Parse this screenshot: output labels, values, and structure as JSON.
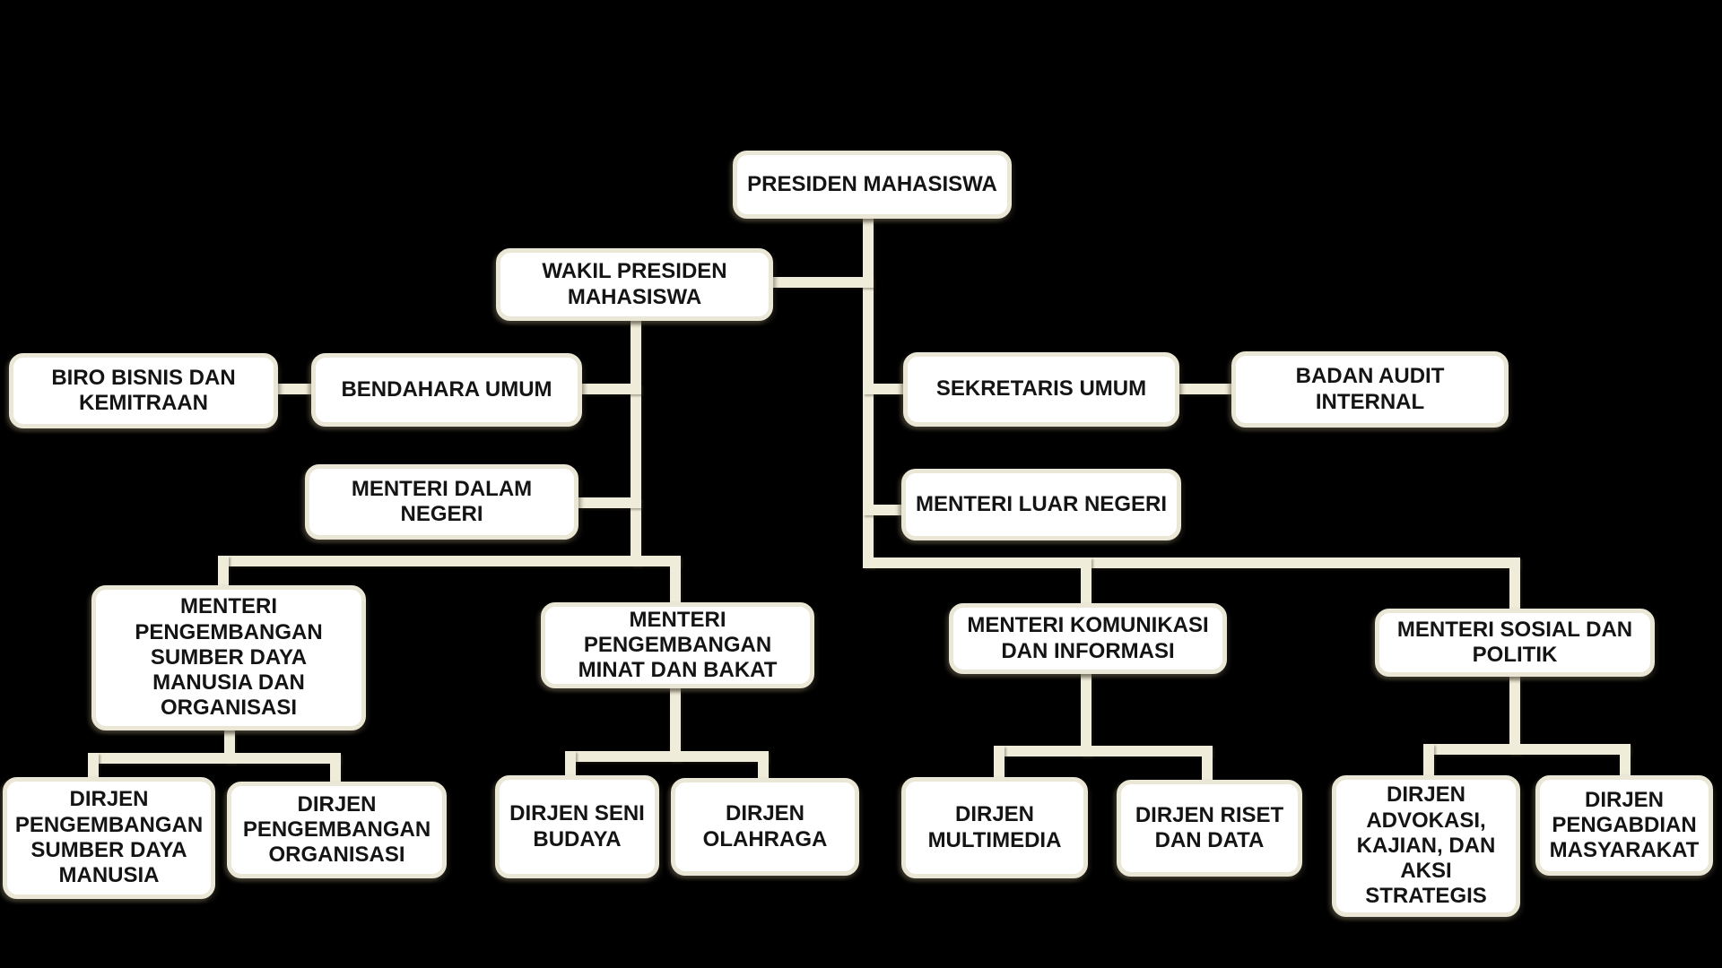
{
  "colors": {
    "background": "#000000",
    "connector": "#f0ecda",
    "box_border": "#ebe7d6",
    "box_fill": "#ffffff",
    "text": "#141414"
  },
  "nodes": {
    "presiden_mahasiswa": {
      "label": "PRESIDEN MAHASISWA"
    },
    "wakil_presiden": {
      "label": "WAKIL PRESIDEN\nMAHASISWA"
    },
    "biro_bisnis": {
      "label": "BIRO BISNIS DAN\nKEMITRAAN"
    },
    "bendahara_umum": {
      "label": "BENDAHARA UMUM"
    },
    "sekretaris_umum": {
      "label": "SEKRETARIS UMUM"
    },
    "badan_audit_internal": {
      "label": "BADAN AUDIT\nINTERNAL"
    },
    "menteri_dalam_negeri": {
      "label": "MENTERI DALAM\nNEGERI"
    },
    "menteri_luar_negeri": {
      "label": "MENTERI LUAR NEGERI"
    },
    "menteri_psdm_org": {
      "label": "MENTERI\nPENGEMBANGAN\nSUMBER DAYA\nMANUSIA DAN\nORGANISASI"
    },
    "menteri_minat_bakat": {
      "label": "MENTERI\nPENGEMBANGAN\nMINAT DAN BAKAT"
    },
    "menteri_kominfo": {
      "label": "MENTERI KOMUNIKASI\nDAN INFORMASI"
    },
    "menteri_sospol": {
      "label": "MENTERI SOSIAL DAN\nPOLITIK"
    },
    "dirjen_psdm": {
      "label": "DIRJEN\nPENGEMBANGAN\nSUMBER DAYA\nMANUSIA"
    },
    "dirjen_organisasi": {
      "label": "DIRJEN\nPENGEMBANGAN\nORGANISASI"
    },
    "dirjen_seni_budaya": {
      "label": "DIRJEN SENI\nBUDAYA"
    },
    "dirjen_olahraga": {
      "label": "DIRJEN\nOLAHRAGA"
    },
    "dirjen_multimedia": {
      "label": "DIRJEN\nMULTIMEDIA"
    },
    "dirjen_riset_data": {
      "label": "DIRJEN RISET\nDAN DATA"
    },
    "dirjen_advokasi": {
      "label": "DIRJEN\nADVOKASI,\nKAJIAN, DAN\nAKSI\nSTRATEGIS"
    },
    "dirjen_pengabdian": {
      "label": "DIRJEN\nPENGABDIAN\nMASYARAKAT"
    }
  }
}
